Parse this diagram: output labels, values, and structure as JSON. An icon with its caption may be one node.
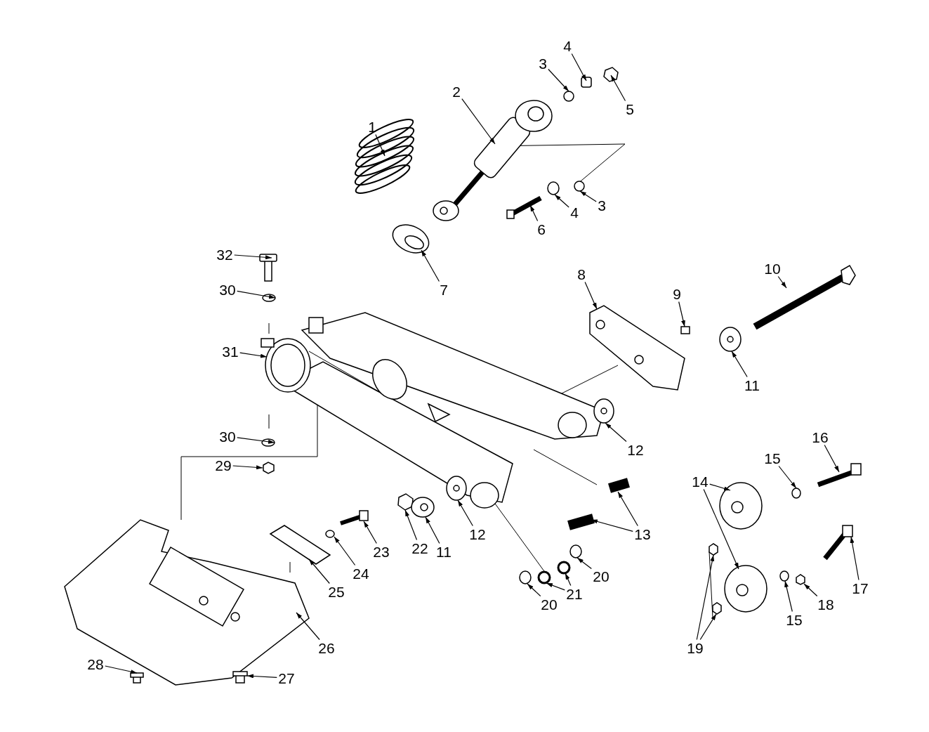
{
  "diagram": {
    "nodes": [
      {
        "text": [
          "4"
        ]
      },
      {
        "text": [
          "3"
        ]
      },
      {
        "text": [
          "2"
        ]
      },
      {
        "text": [
          "5"
        ]
      },
      {
        "text": [
          "1"
        ]
      },
      {
        "text": [
          "3"
        ]
      },
      {
        "text": [
          "4"
        ]
      },
      {
        "text": [
          "6"
        ]
      },
      {
        "text": [
          "32"
        ]
      },
      {
        "text": [
          "10"
        ]
      },
      {
        "text": [
          "8"
        ]
      },
      {
        "text": [
          "7"
        ]
      },
      {
        "text": [
          "30"
        ]
      },
      {
        "text": [
          "9"
        ]
      },
      {
        "text": [
          "31"
        ]
      },
      {
        "text": [
          "11"
        ]
      },
      {
        "text": [
          "16"
        ]
      },
      {
        "text": [
          "30"
        ]
      },
      {
        "text": [
          "12"
        ]
      },
      {
        "text": [
          "15"
        ]
      },
      {
        "text": [
          "29"
        ]
      },
      {
        "text": [
          "14"
        ]
      },
      {
        "text": [
          "12"
        ]
      },
      {
        "text": [
          "13"
        ]
      },
      {
        "text": [
          "23"
        ]
      },
      {
        "text": [
          "22"
        ]
      },
      {
        "text": [
          "11"
        ]
      },
      {
        "text": [
          "24"
        ]
      },
      {
        "text": [
          "20"
        ]
      },
      {
        "text": [
          "17"
        ]
      },
      {
        "text": [
          "25"
        ]
      },
      {
        "text": [
          "21"
        ]
      },
      {
        "text": [
          "18"
        ]
      },
      {
        "text": [
          "20"
        ]
      },
      {
        "text": [
          "15"
        ]
      },
      {
        "text": [
          "26"
        ]
      },
      {
        "text": [
          "19"
        ]
      },
      {
        "text": [
          "28"
        ]
      },
      {
        "text": [
          "27"
        ]
      }
    ],
    "edges": [
      {
        "from": 0,
        "to": null,
        "arrow": "to"
      },
      {
        "from": 1,
        "to": null,
        "arrow": "to"
      },
      {
        "from": 2,
        "to": null,
        "arrow": "to"
      },
      {
        "from": 3,
        "to": null,
        "arrow": "to"
      },
      {
        "from": 4,
        "to": null,
        "arrow": "to"
      },
      {
        "from": 5,
        "to": null,
        "arrow": "to"
      },
      {
        "from": 6,
        "to": null,
        "arrow": "to"
      },
      {
        "from": 7,
        "to": null,
        "arrow": "to"
      },
      {
        "from": 8,
        "to": null,
        "arrow": "to"
      },
      {
        "from": 9,
        "to": null,
        "arrow": "to"
      },
      {
        "from": 10,
        "to": null,
        "arrow": "to"
      },
      {
        "from": 11,
        "to": null,
        "arrow": "to"
      },
      {
        "from": 12,
        "to": null,
        "arrow": "to"
      },
      {
        "from": 13,
        "to": null,
        "arrow": "to"
      },
      {
        "from": 14,
        "to": null,
        "arrow": "to"
      },
      {
        "from": 15,
        "to": null,
        "arrow": "to"
      },
      {
        "from": 16,
        "to": null,
        "arrow": "to"
      },
      {
        "from": 17,
        "to": null,
        "arrow": "to"
      },
      {
        "from": 18,
        "to": null,
        "arrow": "to"
      },
      {
        "from": 19,
        "to": null,
        "arrow": "to"
      },
      {
        "from": 20,
        "to": null,
        "arrow": "to"
      },
      {
        "from": 21,
        "to": null,
        "arrow": "to"
      },
      {
        "from": 21,
        "to": null,
        "arrow": "to"
      },
      {
        "from": 22,
        "to": null,
        "arrow": "to"
      },
      {
        "from": 23,
        "to": null,
        "arrow": "to"
      },
      {
        "from": 23,
        "to": null,
        "arrow": "to"
      },
      {
        "from": 24,
        "to": null,
        "arrow": "to"
      },
      {
        "from": 25,
        "to": null,
        "arrow": "to"
      },
      {
        "from": 26,
        "to": null,
        "arrow": "to"
      },
      {
        "from": 27,
        "to": null,
        "arrow": "to"
      },
      {
        "from": 28,
        "to": null,
        "arrow": "to"
      },
      {
        "from": 29,
        "to": null,
        "arrow": "to"
      },
      {
        "from": 30,
        "to": null,
        "arrow": "to"
      },
      {
        "from": 31,
        "to": null,
        "arrow": "to"
      },
      {
        "from": 31,
        "to": null,
        "arrow": "to"
      },
      {
        "from": 32,
        "to": null,
        "arrow": "to"
      },
      {
        "from": 33,
        "to": null,
        "arrow": "to"
      },
      {
        "from": 34,
        "to": null,
        "arrow": "to"
      },
      {
        "from": 35,
        "to": null,
        "arrow": "to"
      },
      {
        "from": 36,
        "to": null,
        "arrow": "to"
      },
      {
        "from": 36,
        "to": null,
        "arrow": "to"
      },
      {
        "from": 37,
        "to": null,
        "arrow": "to"
      },
      {
        "from": 38,
        "to": null,
        "arrow": "to"
      }
    ]
  }
}
